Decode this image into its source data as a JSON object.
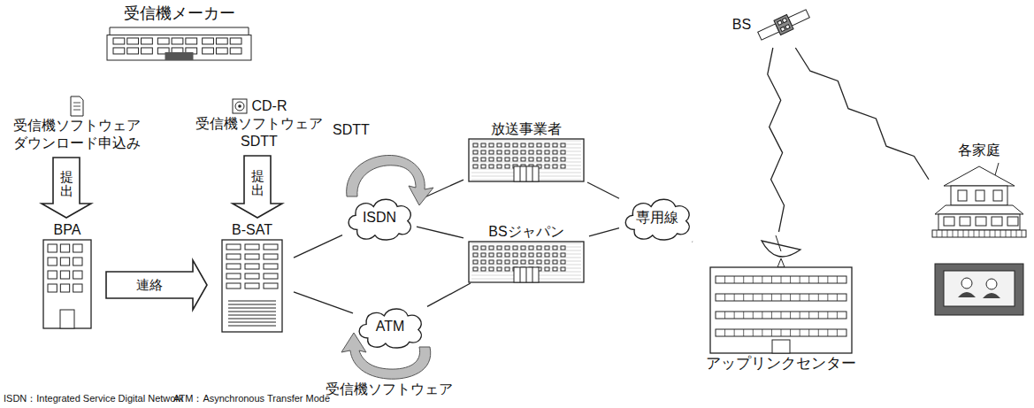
{
  "diagram": {
    "nodes": [
      {
        "text": [
          "受信機メーカー"
        ]
      },
      {
        "text": [
          "受信機ソフトウェア ダウンロード申込み"
        ]
      },
      {
        "text": [
          "CD-R",
          "受信機ソフトウェア SDTT"
        ]
      },
      {
        "text": [
          "BPA"
        ]
      },
      {
        "text": [
          "B-SAT"
        ]
      },
      {
        "text": [
          "ISDN"
        ]
      },
      {
        "text": [
          "ATM"
        ]
      },
      {
        "text": [
          "放送事業者"
        ]
      },
      {
        "text": [
          "BSジャパン"
        ]
      },
      {
        "text": [
          "専用線"
        ]
      },
      {
        "text": [
          "BS"
        ]
      },
      {
        "text": [
          "アップリンクセンター"
        ]
      },
      {
        "text": [
          "各家庭"
        ]
      }
    ],
    "edges": [
      {
        "from": 1,
        "to": 3,
        "label": "提出",
        "arrow": "to"
      },
      {
        "from": 2,
        "to": 4,
        "label": "提出",
        "arrow": "to"
      },
      {
        "from": 3,
        "to": 4,
        "label": "連絡",
        "arrow": "to"
      },
      {
        "from": 4,
        "to": 5,
        "arrow": "none"
      },
      {
        "from": 4,
        "to": 6,
        "arrow": "none"
      },
      {
        "from": 5,
        "to": 7,
        "arrow": "none"
      },
      {
        "from": 5,
        "to": 8,
        "arrow": "none"
      },
      {
        "from": 6,
        "to": 8,
        "arrow": "none"
      },
      {
        "from": 7,
        "to": 9,
        "arrow": "none"
      },
      {
        "from": 8,
        "to": 9,
        "arrow": "none"
      },
      {
        "from": 9,
        "to": 11,
        "arrow": "none"
      },
      {
        "from": 11,
        "to": 10,
        "arrow": "none"
      },
      {
        "from": 10,
        "to": 12,
        "arrow": "none"
      }
    ],
    "labels": [
      "SDTT",
      "受信機ソフトウェア",
      "ISDN：Integrated Service Digital Network",
      "ATM：Asynchronous Transfer Mode"
    ]
  }
}
